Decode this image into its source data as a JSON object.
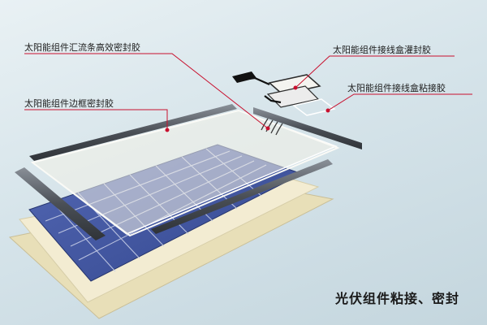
{
  "labels": {
    "busbar_sealant": "太阳能组件汇流条高效密封胶",
    "frame_sealant": "太阳能组件边框密封胶",
    "junction_box_potting": "太阳能组件接线盒灌封胶",
    "junction_box_bonding": "太阳能组件接线盒粘接胶"
  },
  "caption": "光伏组件粘接、密封",
  "colors": {
    "background": "#d6e4ea",
    "cell_blue": "#3b4f9c",
    "cell_grid": "#c6cde6",
    "glass": "#f1f0e6",
    "backsheet": "#e8dfb8",
    "frame": "#5a5f66",
    "leader_line": "#c8102e"
  }
}
